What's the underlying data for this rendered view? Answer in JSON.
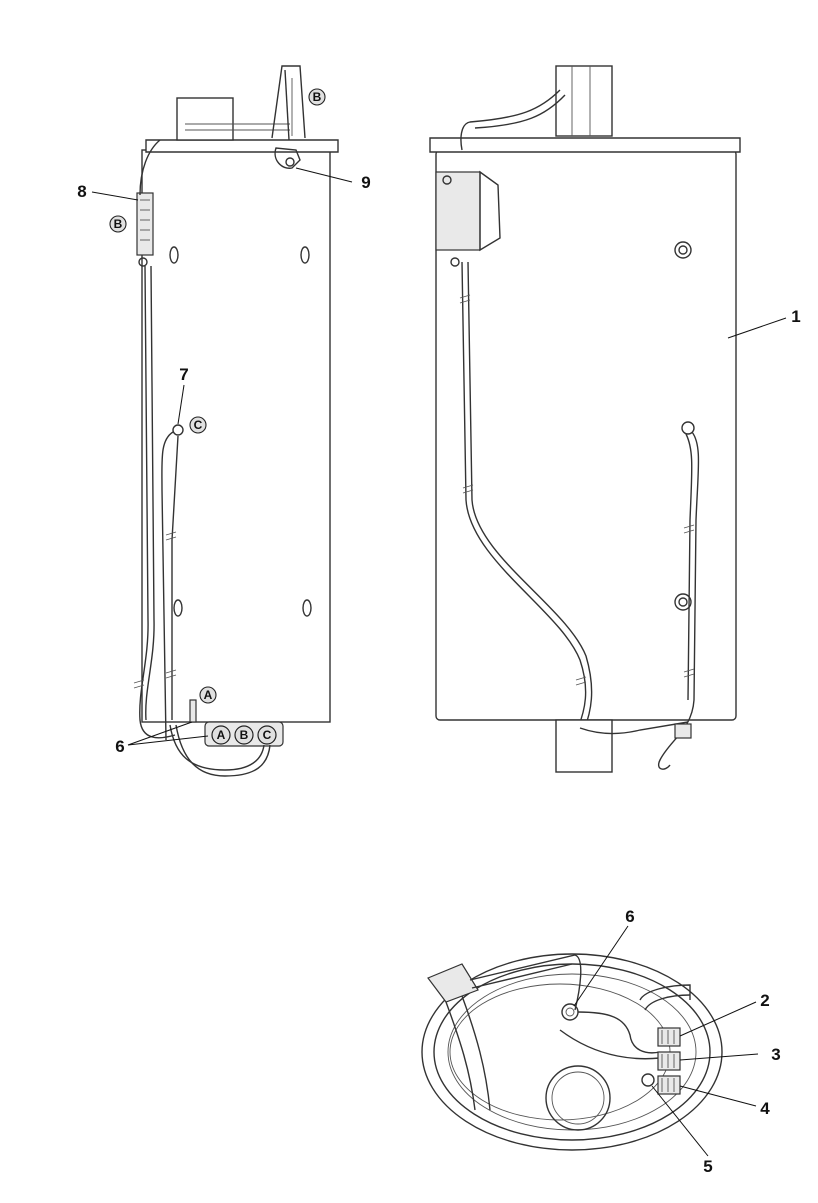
{
  "callouts": {
    "left_8": "8",
    "left_9": "9",
    "left_7": "7",
    "left_6": "6",
    "right_1": "1",
    "bottom_6": "6",
    "bottom_2": "2",
    "bottom_3": "3",
    "bottom_4": "4",
    "bottom_5": "5"
  },
  "circled_letters": {
    "b_top": "B",
    "b_side": "B",
    "c_mid": "C",
    "a_low": "A",
    "a_conn": "A",
    "b_conn": "B",
    "c_conn": "C"
  }
}
